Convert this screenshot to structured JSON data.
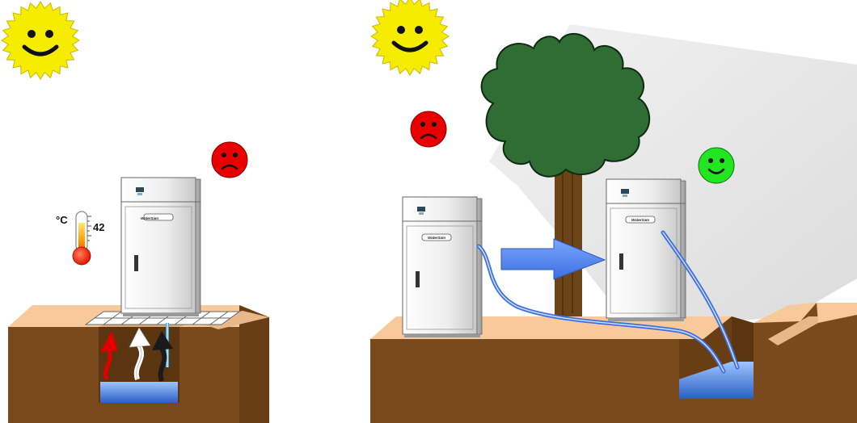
{
  "thermometer": {
    "unit_label": "°C",
    "value_label": "42"
  },
  "cabinet": {
    "brand_label": "WaterSam"
  },
  "colors": {
    "sun": "#f5ec00",
    "sad_face": "#e80000",
    "happy_face": "#22e622",
    "soil_top": "#f7c99b",
    "soil_side": "#7a4a1c",
    "water": "#3c6fd3",
    "arrow_blue": "#5b8bee",
    "tree_crown": "#2f6d34",
    "tree_trunk": "#6b4418",
    "shadow": "#e4e4e4",
    "heat_arrow": "#e00000",
    "steam_arrow": "#ffffff",
    "exhaust_arrow": "#1a1a1a"
  },
  "icons": [
    "sun-icon",
    "sad-face-icon",
    "happy-face-icon",
    "thermometer-icon",
    "tree-icon",
    "arrow-icon",
    "cabinet-icon"
  ]
}
